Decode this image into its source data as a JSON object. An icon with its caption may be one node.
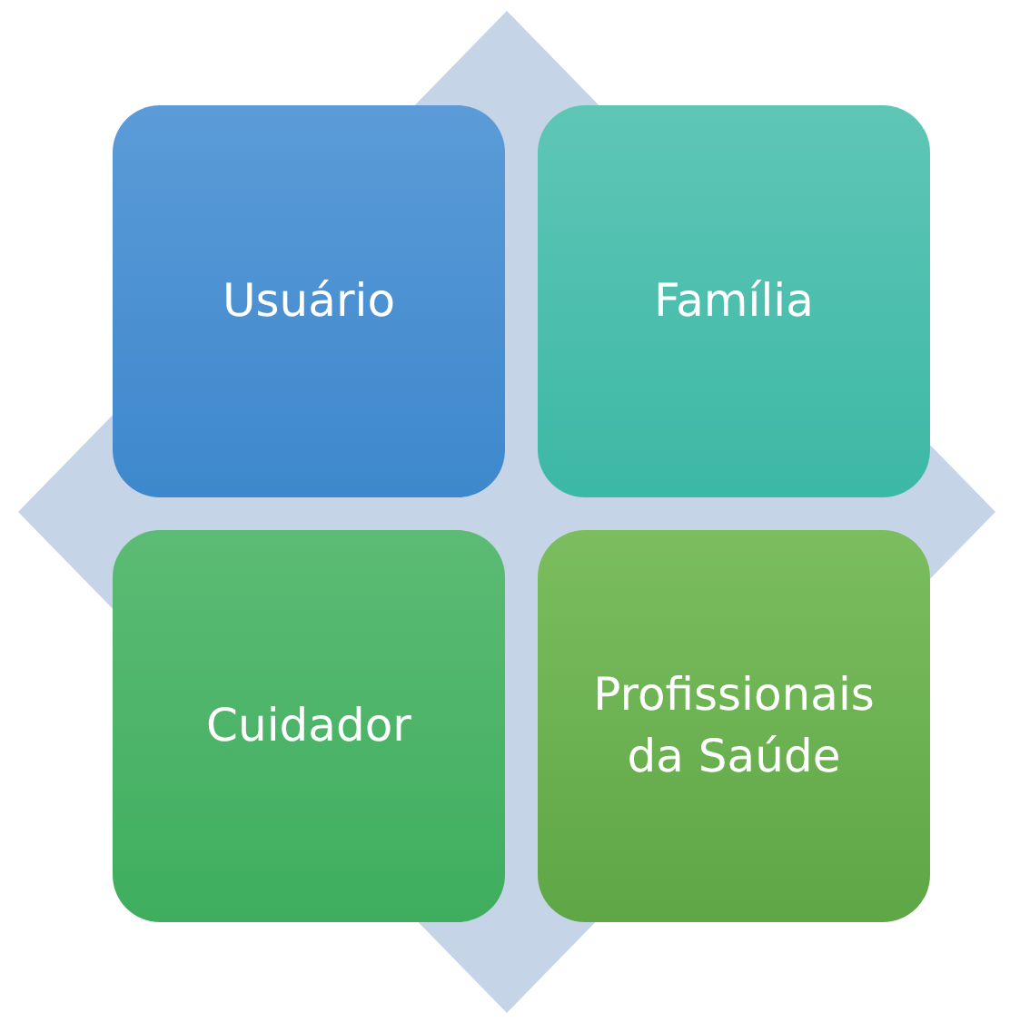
{
  "diagram": {
    "nodes": [
      {
        "text": [],
        "shape": "diamond"
      },
      {
        "text": [
          "Usuário"
        ],
        "in": 0
      },
      {
        "text": [
          "Família"
        ],
        "in": 0
      },
      {
        "text": [
          "Cuidador"
        ],
        "in": 0
      },
      {
        "text": [
          "Profissionais da Saúde"
        ],
        "in": 0
      }
    ]
  }
}
